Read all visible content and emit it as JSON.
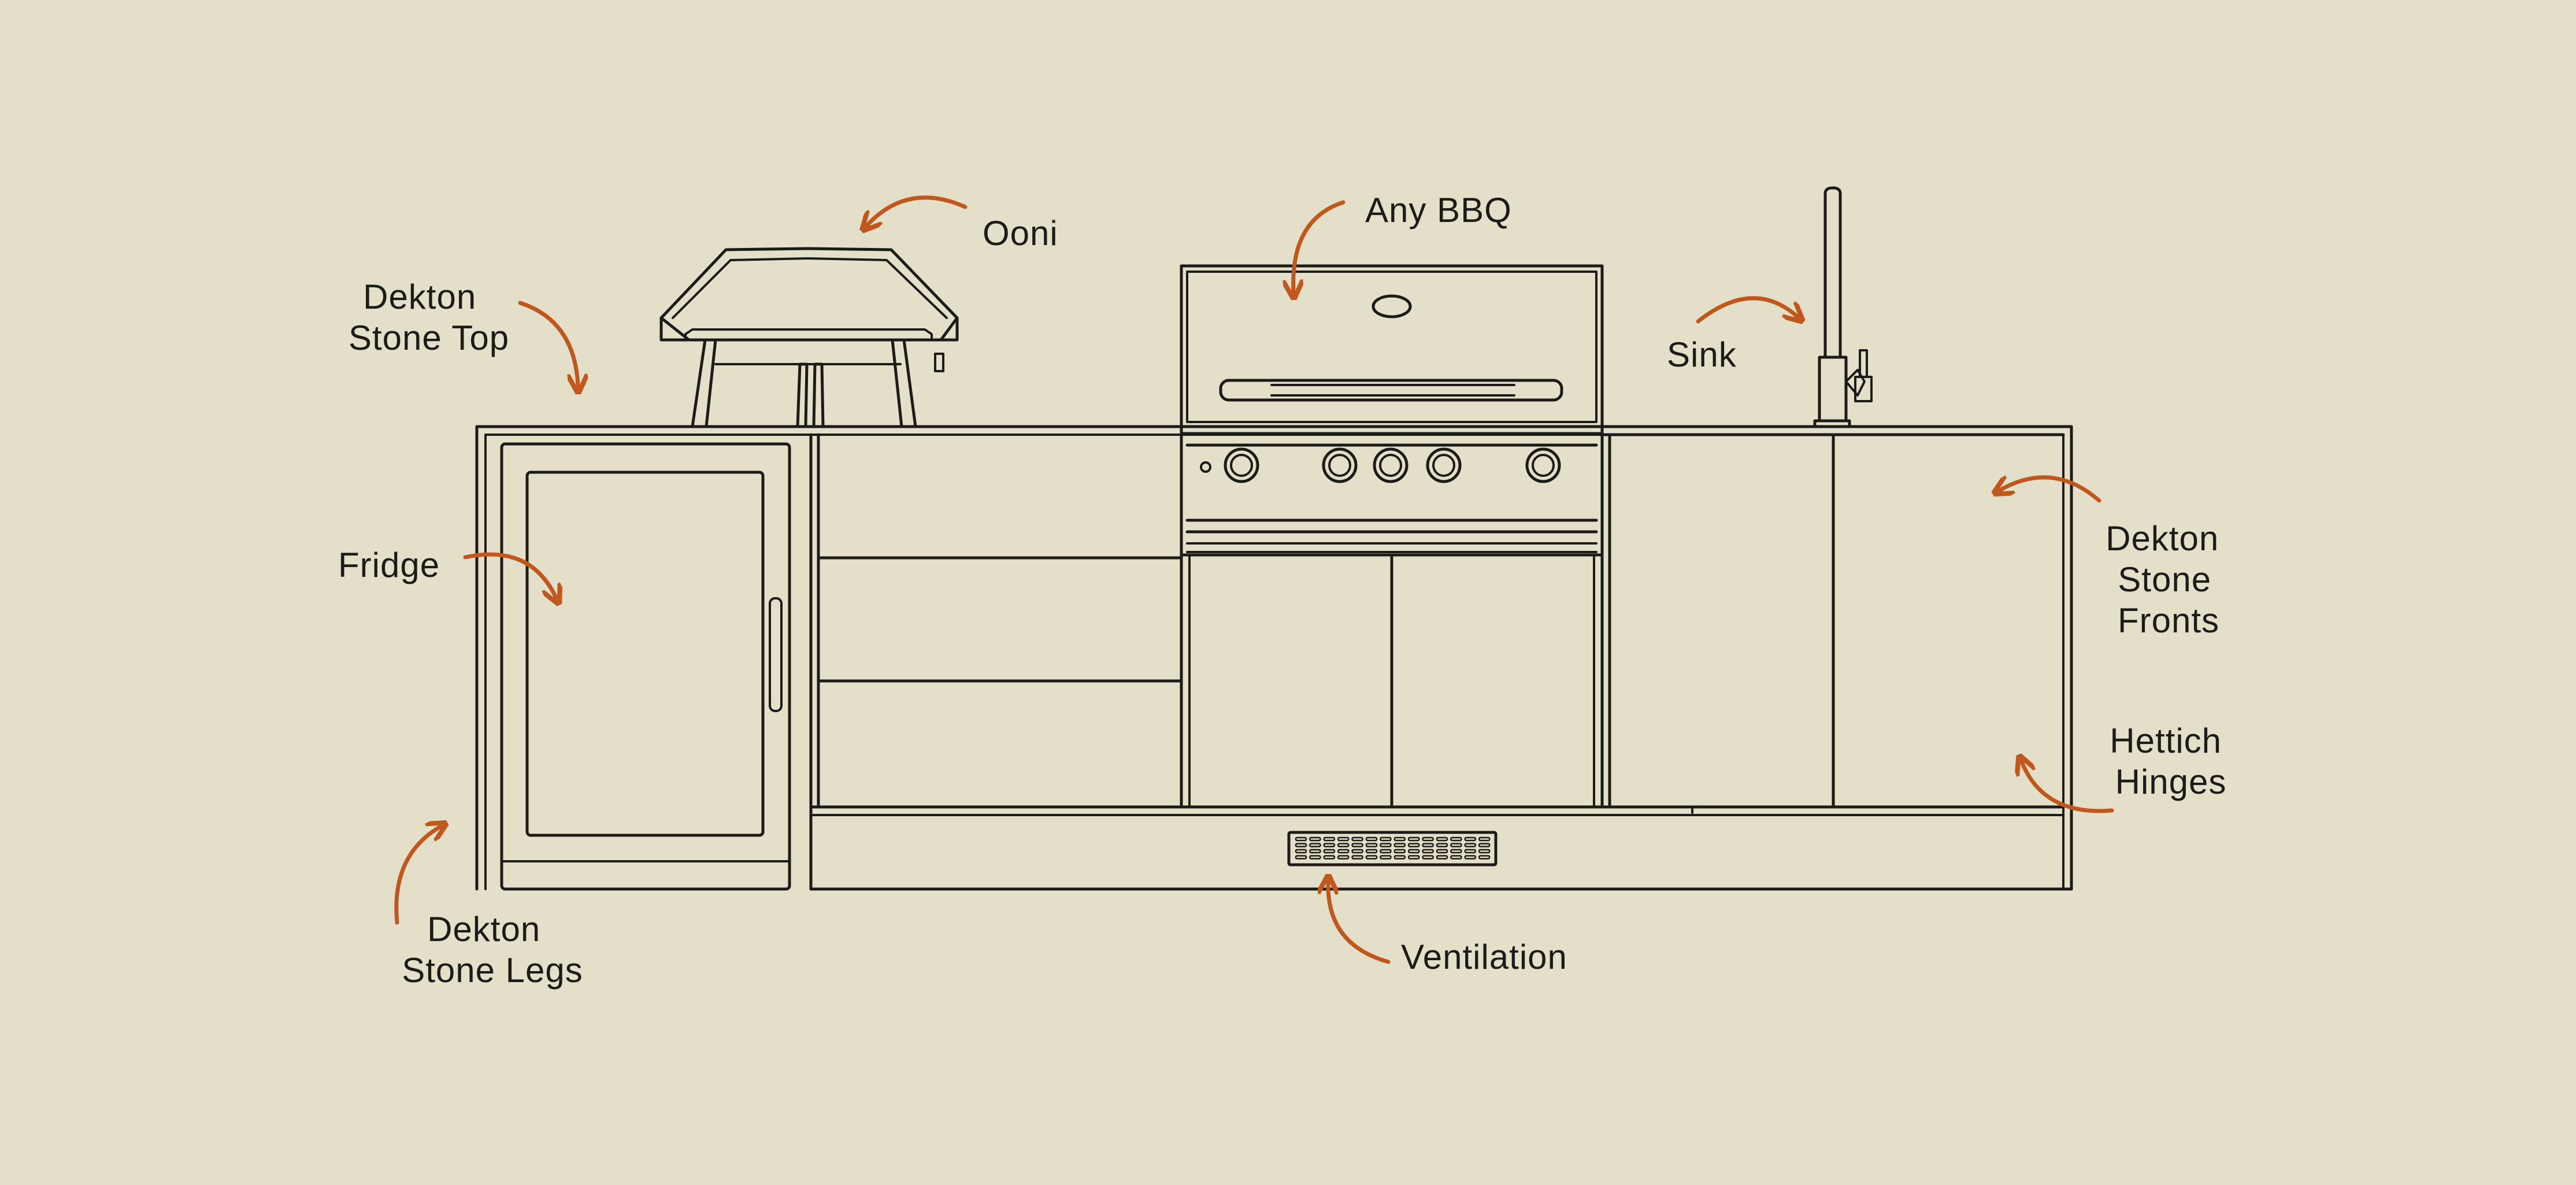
{
  "colors": {
    "background": "#e3dfc8",
    "line": "#1c1b18",
    "accent": "#c0581d"
  },
  "labels": {
    "dekton_stone_top": {
      "line1": "Dekton",
      "line2": "Stone Top"
    },
    "ooni": "Ooni",
    "any_bbq": "Any BBQ",
    "sink": "Sink",
    "fridge": "Fridge",
    "dekton_stone_fronts": {
      "line1": "Dekton",
      "line2": "Stone",
      "line3": "Fronts"
    },
    "hettich_hinges": {
      "line1": "Hettich",
      "line2": "Hinges"
    },
    "dekton_stone_legs": {
      "line1": "Dekton",
      "line2": "Stone Legs"
    },
    "ventilation": "Ventilation"
  },
  "icons": {
    "arrow": "curved-arrow-icon",
    "pizza_oven": "pizza-oven-icon",
    "grill": "bbq-grill-icon",
    "faucet": "faucet-icon",
    "fridge": "fridge-icon"
  }
}
